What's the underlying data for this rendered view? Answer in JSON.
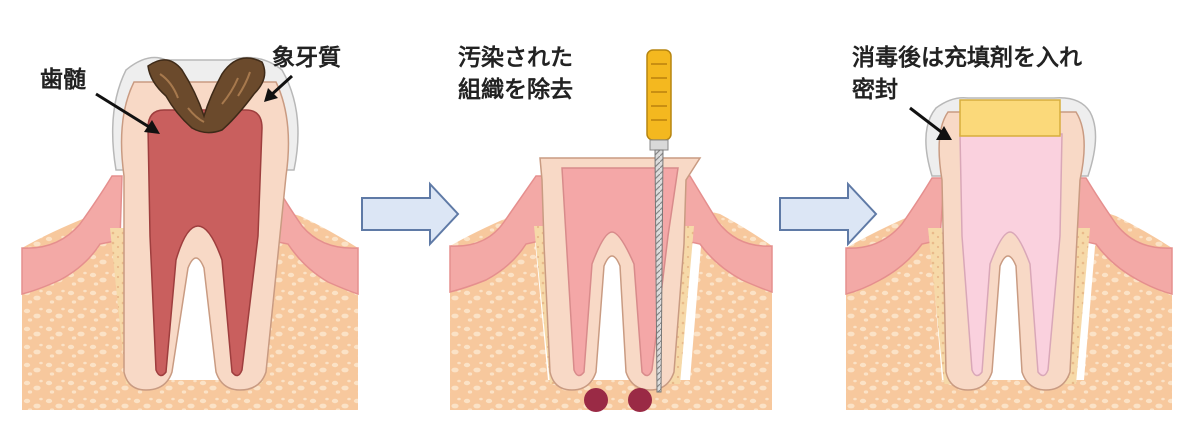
{
  "panel1": {
    "label_pulp": "歯髄",
    "label_dentin": "象牙質"
  },
  "panel2": {
    "label_line1": "汚染された",
    "label_line2": "組織を除去"
  },
  "panel3": {
    "label_line1": "消毒後は充填剤を入れ",
    "label_line2": "密封"
  },
  "colors": {
    "gum": "#f3a9a6",
    "gum_edge": "#e58f8e",
    "bone": "#f7c89d",
    "bone_spot": "#fbe2c6",
    "enamel": "#eeeeee",
    "dentin": "#f8d9c6",
    "pulp": "#c95f5e",
    "decay": "#6b4a2c",
    "filling": "#fad1de",
    "cap": "#fbd97a",
    "file_handle": "#f4b81f",
    "arrow": "#dce6f5",
    "arrow_edge": "#5f7aa6",
    "abscess": "#9a2a45"
  },
  "icons": {
    "step_arrow": "right-block-arrow-icon",
    "pointer": "pointer-arrow-icon",
    "instrument": "endodontic-file-icon"
  }
}
